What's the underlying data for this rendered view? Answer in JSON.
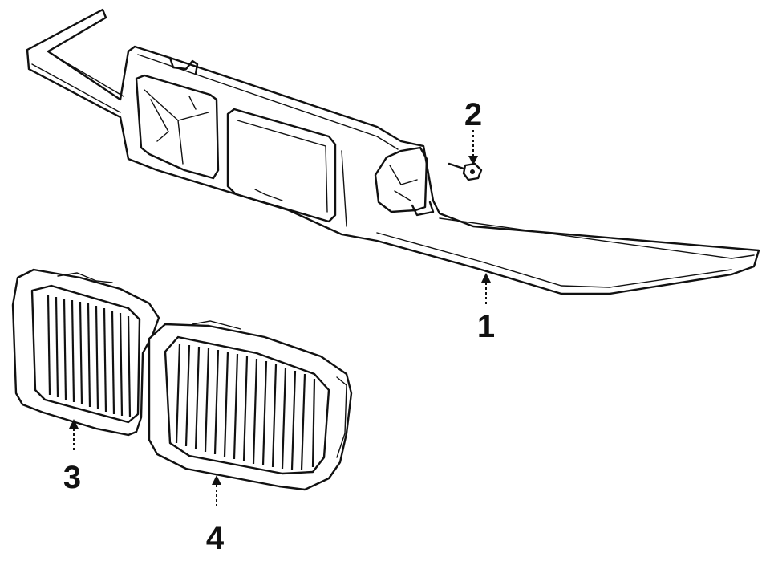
{
  "callouts": {
    "part_1": "1",
    "part_2": "2",
    "part_3": "3",
    "part_4": "4"
  },
  "colors": {
    "line": "#111111",
    "background": "#ffffff"
  }
}
